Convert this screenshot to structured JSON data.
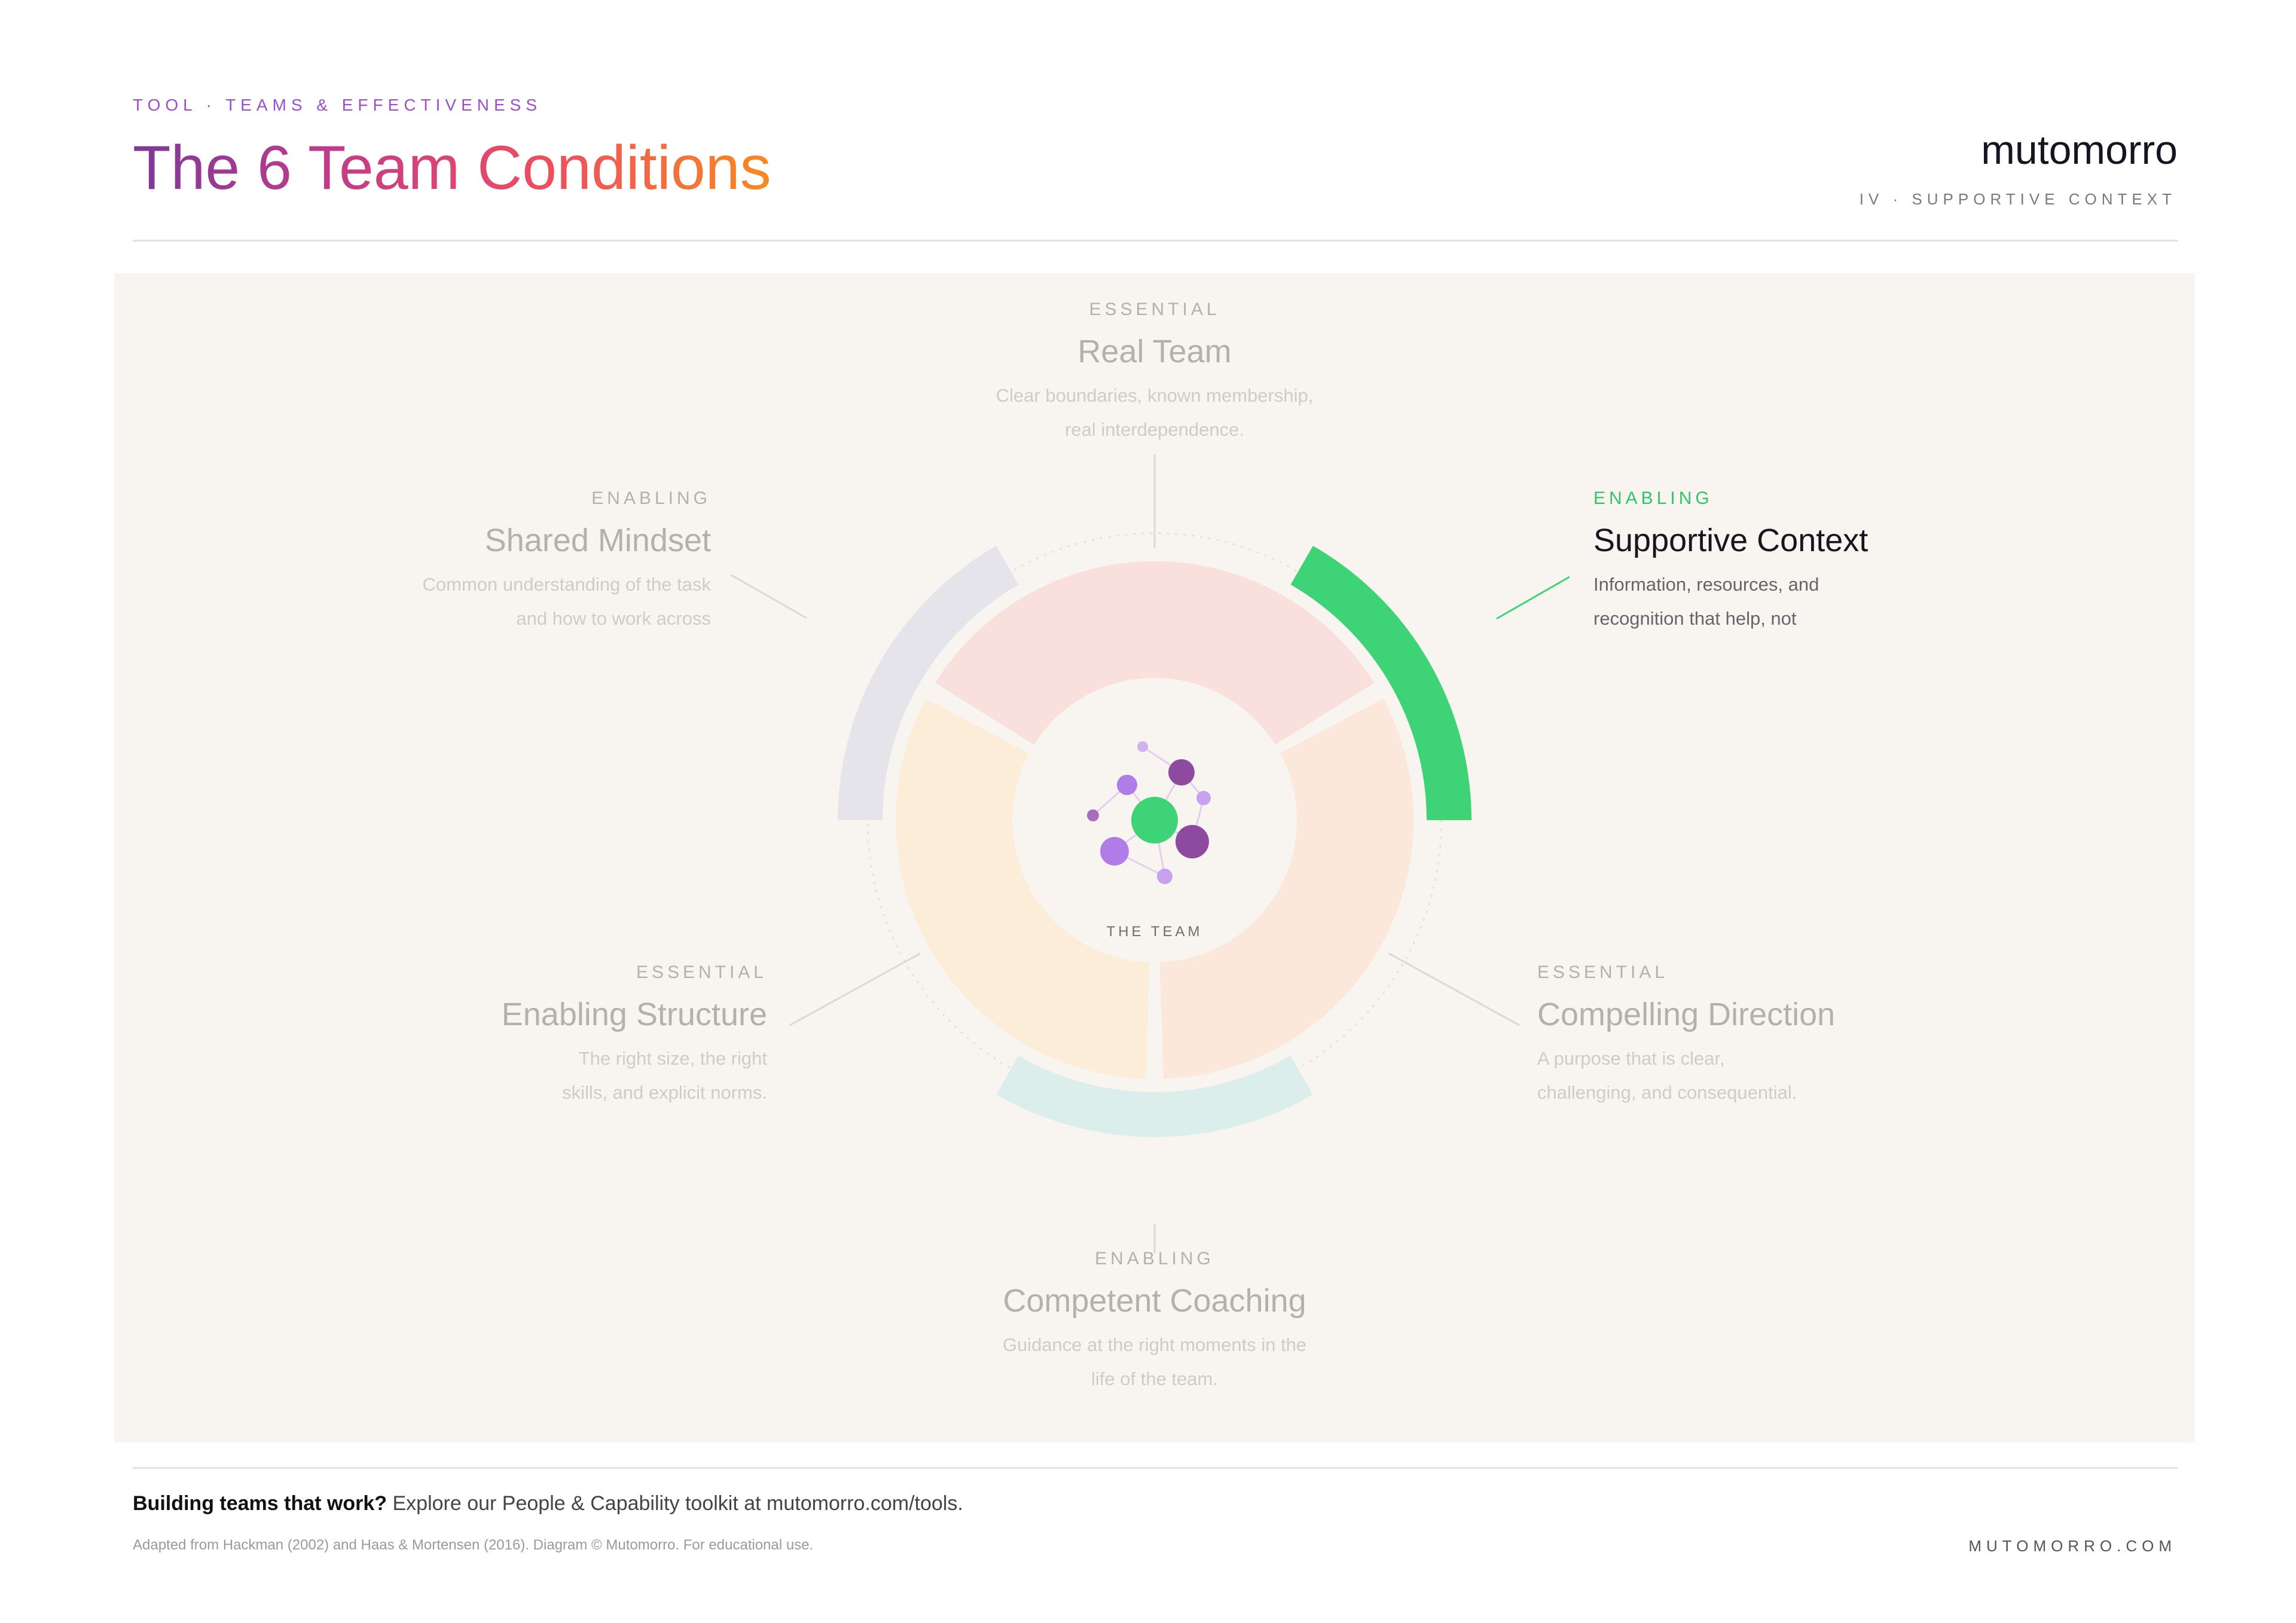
{
  "header": {
    "eyebrow": "TOOL · TEAMS & EFFECTIVENESS",
    "title": "The 6 Team Conditions",
    "brand": "mutomorro",
    "section": "IV · SUPPORTIVE CONTEXT"
  },
  "diagram": {
    "center_label": "THE TEAM",
    "colors": {
      "real_team": "#fae0dc",
      "enabling_structure": "#fbedd8",
      "compelling_direction": "#fbe8da",
      "shared_mindset": "#e5e4ea",
      "supportive_context": "#3dd376",
      "competent_coaching": "#dbeeeb",
      "accent_purple": "#b07ce8",
      "accent_dark_purple": "#8e4a9e",
      "accent_green": "#3dd376"
    },
    "conditions": {
      "real_team": {
        "category": "ESSENTIAL",
        "name": "Real Team",
        "desc_1": "Clear boundaries, known membership,",
        "desc_2": "real interdependence."
      },
      "shared_mindset": {
        "category": "ENABLING",
        "name": "Shared Mindset",
        "desc_1": "Common understanding of the task",
        "desc_2": "and how to work across"
      },
      "supportive_context": {
        "category": "ENABLING",
        "name": "Supportive Context",
        "desc_1": "Information, resources, and",
        "desc_2": "recognition that help, not"
      },
      "enabling_structure": {
        "category": "ESSENTIAL",
        "name": "Enabling Structure",
        "desc_1": "The right size, the right",
        "desc_2": "skills, and explicit norms."
      },
      "compelling_direction": {
        "category": "ESSENTIAL",
        "name": "Compelling Direction",
        "desc_1": "A purpose that is clear,",
        "desc_2": "challenging, and consequential."
      },
      "competent_coaching": {
        "category": "ENABLING",
        "name": "Competent Coaching",
        "desc_1": "Guidance at the right moments in the",
        "desc_2": "life of the team."
      }
    },
    "active_condition": "supportive_context"
  },
  "footer": {
    "cta_strong": "Building teams that work?",
    "cta_rest": " Explore our People & Capability toolkit at mutomorro.com/tools.",
    "credit": "Adapted from Hackman (2002) and Haas & Mortensen (2016). Diagram © Mutomorro. For educational use.",
    "site": "MUTOMORRO.COM"
  }
}
